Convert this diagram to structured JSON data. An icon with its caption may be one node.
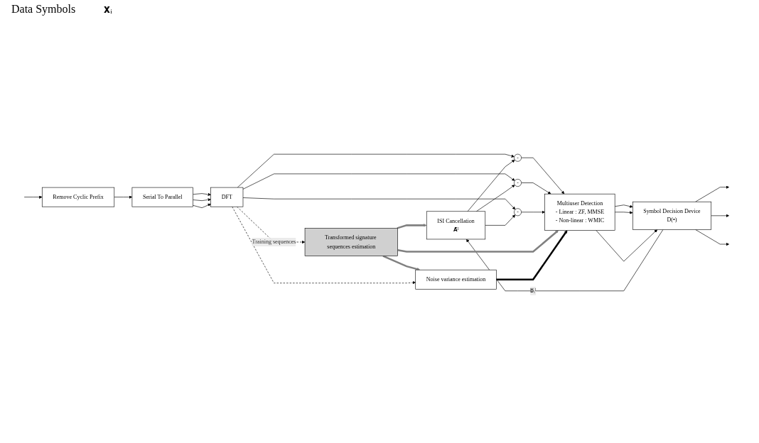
{
  "diagram": {
    "nodes": [
      {
        "text": [
          "Remove Cyclic Prefix"
        ]
      },
      {
        "text": [
          "Serial To Parallel"
        ]
      },
      {
        "text": [
          "DFT"
        ]
      },
      {
        "text": [
          "-"
        ]
      },
      {
        "text": [
          "-"
        ]
      },
      {
        "text": [
          "-"
        ]
      },
      {
        "text": [
          "Multiuser Detection",
          "- Linear : ZF, MMSE",
          "- Non-linear : WMIC"
        ]
      },
      {
        "text": [
          "Symbol Decision Device",
          "D(•)"
        ]
      },
      {
        "text": [
          "ISI Cancellation",
          "𝐀̄ᴵ"
        ]
      },
      {
        "text": [
          "Transformed signature sequences estimation"
        ]
      },
      {
        "text": [
          "Noise variance estimation"
        ]
      }
    ],
    "edges": [
      {
        "from": null,
        "to": 0,
        "arrow": "to"
      },
      {
        "from": 0,
        "to": 1,
        "arrow": "to"
      },
      {
        "from": 1,
        "to": 2,
        "arrow": "to"
      },
      {
        "from": 1,
        "to": 2,
        "arrow": "to"
      },
      {
        "from": 1,
        "to": 2,
        "arrow": "to"
      },
      {
        "from": 2,
        "to": 3,
        "arrow": "to"
      },
      {
        "from": 2,
        "to": 4,
        "arrow": "to"
      },
      {
        "from": 2,
        "to": 5,
        "arrow": "to"
      },
      {
        "from": 3,
        "to": 6,
        "arrow": "to"
      },
      {
        "from": 4,
        "to": 6,
        "arrow": "to"
      },
      {
        "from": 5,
        "to": 6,
        "arrow": "to"
      },
      {
        "from": 6,
        "to": 7,
        "arrow": "to"
      },
      {
        "from": 6,
        "to": 7,
        "arrow": "to"
      },
      {
        "from": 6,
        "to": 7,
        "arrow": "to"
      },
      {
        "from": 7,
        "to": null,
        "arrow": "to"
      },
      {
        "from": 7,
        "to": null,
        "arrow": "to"
      },
      {
        "from": 7,
        "to": null,
        "arrow": "to"
      },
      {
        "from": 7,
        "to": 8,
        "arrow": "to",
        "label": "𝐛̂ᵢᴵ"
      },
      {
        "from": 8,
        "to": 3,
        "arrow": "to"
      },
      {
        "from": 8,
        "to": 4,
        "arrow": "to"
      },
      {
        "from": 8,
        "to": 5,
        "arrow": "to"
      },
      {
        "from": 9,
        "to": 8,
        "arrow": "to",
        "style": "thick",
        "color": "#808080"
      },
      {
        "from": 9,
        "to": 6,
        "arrow": "to",
        "style": "thick",
        "color": "#808080"
      },
      {
        "from": 9,
        "to": 10,
        "arrow": "to",
        "style": "thick",
        "color": "#808080"
      },
      {
        "from": 10,
        "to": 6,
        "arrow": "to",
        "style": "thick"
      },
      {
        "from": 2,
        "to": 9,
        "arrow": "to",
        "style": "dashed",
        "label": "Training sequences"
      },
      {
        "from": 2,
        "to": 10,
        "arrow": "to",
        "style": "dashed"
      }
    ],
    "labels": [
      "Data Symbols",
      "𝐱ᵢ"
    ]
  }
}
